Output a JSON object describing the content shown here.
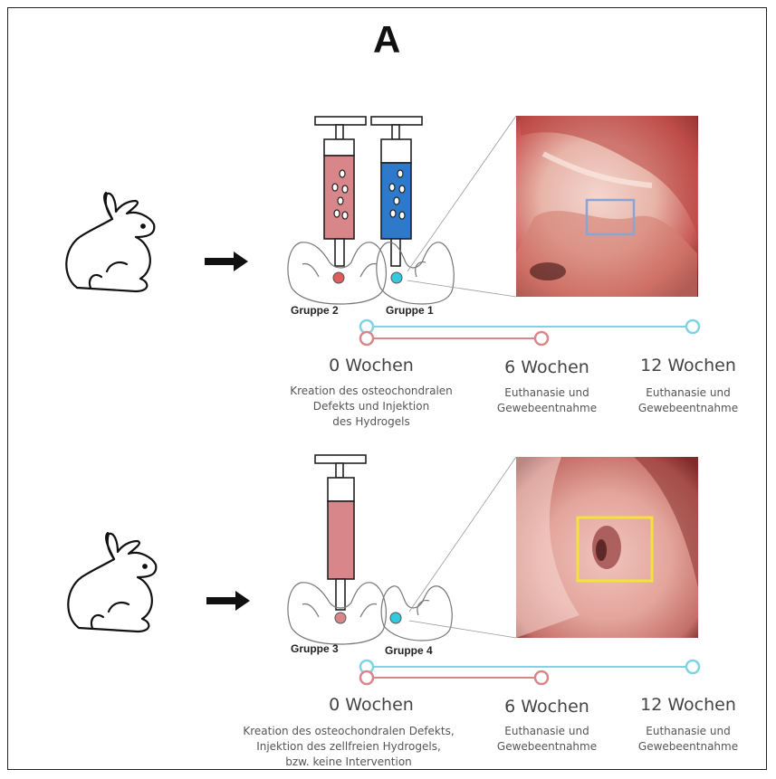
{
  "panel_label": "A",
  "colors": {
    "pink": "#d9868a",
    "pink_dark": "#b95a5e",
    "blue": "#2e79c9",
    "cyan": "#7fd3e2",
    "cyan_dot": "#35c9e0",
    "red_dot": "#e25a5a",
    "highlight_blue": "#8aa4d6",
    "highlight_yellow": "#f2e23a"
  },
  "top": {
    "groups": [
      "Gruppe 2",
      "Gruppe 1"
    ],
    "timeline": [
      {
        "weeks": "0 Wochen",
        "desc": "Kreation des osteochondralen\nDefekts und Injektion\ndes Hydrogels"
      },
      {
        "weeks": "6 Wochen",
        "desc": "Euthanasie und\nGewebeentnahme"
      },
      {
        "weeks": "12 Wochen",
        "desc": "Euthanasie und\nGewebeentnahme"
      }
    ]
  },
  "bottom": {
    "groups": [
      "Gruppe 3",
      "Gruppe 4"
    ],
    "timeline": [
      {
        "weeks": "0 Wochen",
        "desc": "Kreation des osteochondralen Defekts,\nInjektion des zellfreien Hydrogels,\nbzw. keine Intervention"
      },
      {
        "weeks": "6 Wochen",
        "desc": "Euthanasie und\nGewebeentnahme"
      },
      {
        "weeks": "12 Wochen",
        "desc": "Euthanasie und\nGewebeentnahme"
      }
    ]
  }
}
